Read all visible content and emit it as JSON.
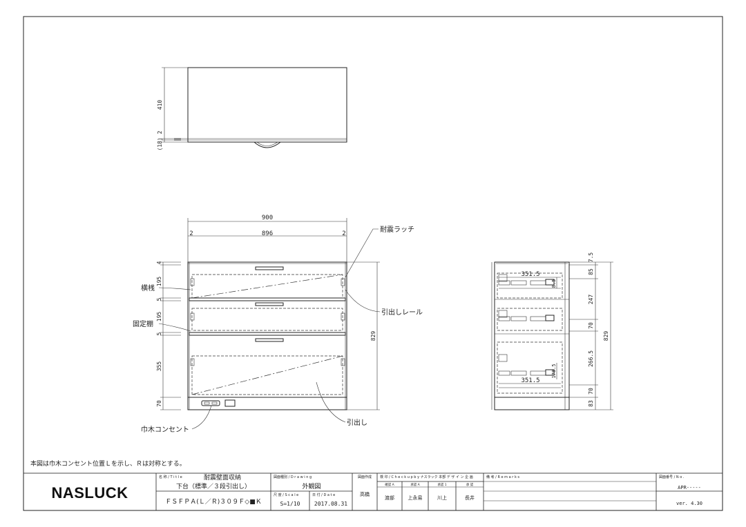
{
  "top_view": {
    "dim_depth": "410",
    "dim_small": "(18) 2"
  },
  "front_view": {
    "dim_overall_width": "900",
    "dim_inner_width": "896",
    "dim_left_gap": "2",
    "dim_right_gap": "2",
    "dim_top": "4",
    "dim_drawer1": "195",
    "dim_gap1": "5",
    "dim_drawer2": "195",
    "dim_gap2": "5",
    "dim_drawer3": "355",
    "dim_plinth": "70",
    "dim_height": "829",
    "label_latch": "耐震ラッチ",
    "label_crossbar": "横桟",
    "label_fixed_shelf": "固定棚",
    "label_rail": "引出しレール",
    "label_outlet": "巾木コンセント",
    "label_drawer": "引出し"
  },
  "side_view": {
    "dim_top": "7.5",
    "dim_s1": "85",
    "dim_s2": "247",
    "dim_s3": "70",
    "dim_s4": "266.5",
    "dim_s5": "70",
    "dim_s6": "83",
    "dim_height": "829",
    "dim_rail_upper": "351.5",
    "dim_rail_lower": "351.5",
    "dim_small_upper": "8.5",
    "dim_small_lower": "178.5"
  },
  "note": "本図は巾木コンセント位置Ｌを示し、Ｒは対称とする。",
  "title_block": {
    "logo": "NASLUCK",
    "title_header": "名 称 / T i t l e",
    "title_line1": "耐震壁面収納",
    "title_line2": "下台（標準／３段引出し）",
    "model": "ＦＳＦＰＡ(Ｌ／Ｒ)３０９Ｆ◇■Ｋ",
    "drawing_type_header": "図面種別 / D r a w i n g",
    "drawing_type": "外観図",
    "scale_header": "尺 度 / S c a l e",
    "scale": "S=1/10",
    "date_header": "日 付 / D a t e",
    "date": "2017.08.31",
    "designer_header": "図面作成",
    "designer": "高橋",
    "check_header": "検 印 /  C h e c k  u p  b y  ナスラック 本部 デ ザ イ ン 企 画",
    "approval_cols": [
      "確認 A",
      "承認 A",
      "承認 1",
      "承 認"
    ],
    "approvers": [
      "渡部",
      "上永易",
      "川上",
      "長井"
    ],
    "remarks_header": "備 考 / R e m a r k s",
    "number_header": "図面番号 / N o .",
    "number": "APR-----",
    "version": "ver. 4.30"
  }
}
